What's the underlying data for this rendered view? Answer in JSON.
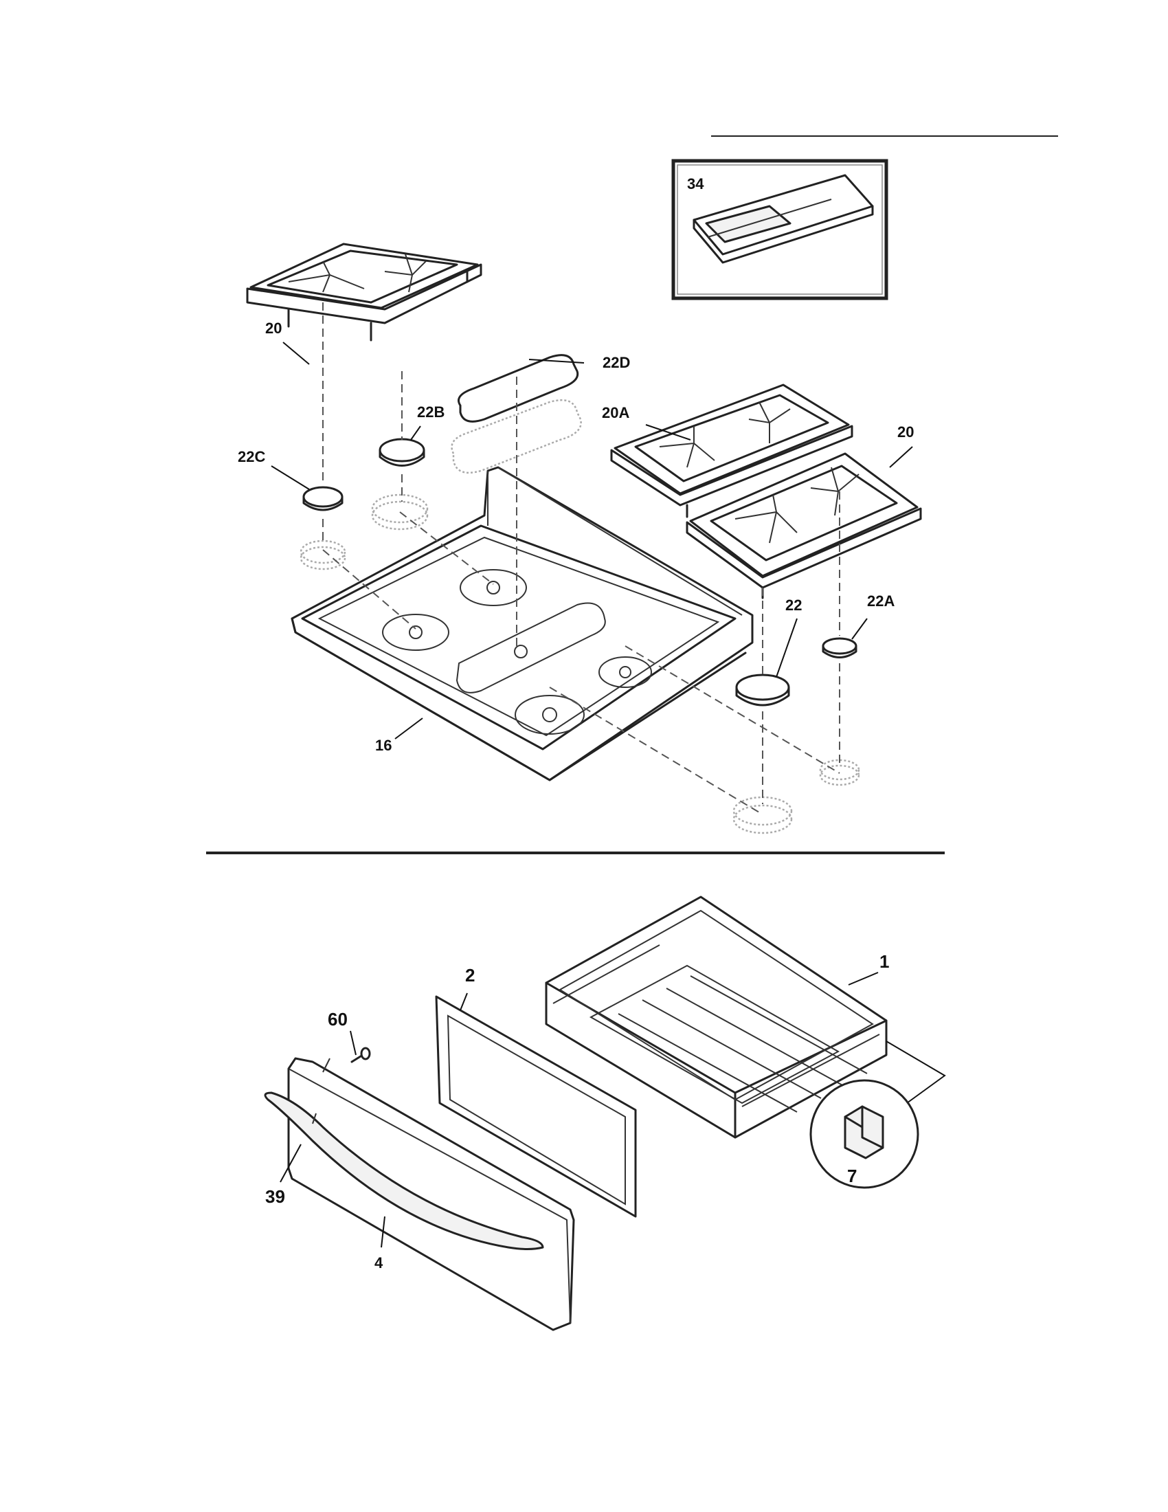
{
  "labels": {
    "p34": "34",
    "p20_left": "20",
    "p22D": "22D",
    "p22B": "22B",
    "p20A": "20A",
    "p20_right": "20",
    "p22C": "22C",
    "p22": "22",
    "p22A": "22A",
    "p16": "16",
    "p1": "1",
    "p2": "2",
    "p60": "60",
    "p39": "39",
    "p4": "4",
    "p7": "7"
  }
}
